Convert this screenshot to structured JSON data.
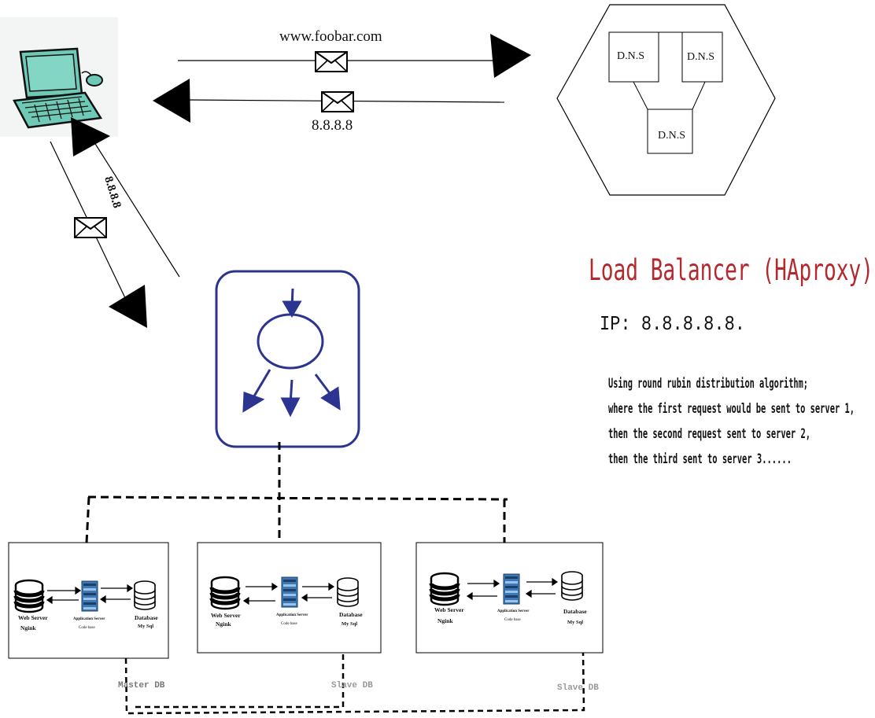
{
  "client": {
    "icon": "laptop-icon"
  },
  "dns_query": {
    "domain": "www.foobar.com",
    "reply_ip": "8.8.8.8",
    "diag_ip": "8.8.8.8"
  },
  "dns_cluster": {
    "nodes": [
      "D.N.S",
      "D.N.S",
      "D.N.S"
    ]
  },
  "load_balancer": {
    "title": "Load Balancer (HAproxy)",
    "ip_line": "IP: 8.8.8.8.8.",
    "notes": [
      "Using round rubin distribution algorithm;",
      "where the first request would be sent to server 1,",
      "then the second request sent to server 2,",
      "then the third sent to server 3......"
    ],
    "title_color": "#b5282e",
    "icon_color": "#2b3591"
  },
  "servers": [
    {
      "web_label": "Web Server",
      "web_sub": "Ngink",
      "app_label": "Application Server",
      "app_sub": "Code base",
      "db_label": "Database",
      "db_sub": "My Sql",
      "role": "Master DB"
    },
    {
      "web_label": "Web Server",
      "web_sub": "Ngink",
      "app_label": "Application Server",
      "app_sub": "Code base",
      "db_label": "Database",
      "db_sub": "My Sql",
      "role": "Slave DB"
    },
    {
      "web_label": "Web Server",
      "web_sub": "Ngink",
      "app_label": "Application Server",
      "app_sub": "Code base",
      "db_label": "Database",
      "db_sub": "My Sql",
      "role": "Slave DB"
    }
  ]
}
